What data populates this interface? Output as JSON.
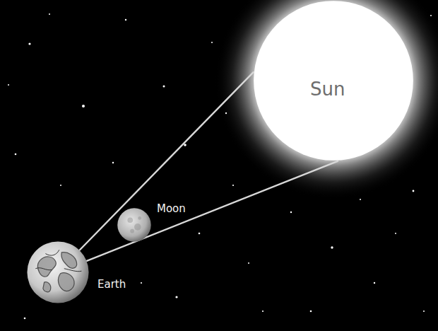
{
  "diagram": {
    "nodes": [
      {
        "text": [
          "Sun"
        ]
      },
      {
        "text": [
          "Moon"
        ]
      },
      {
        "text": [
          "Earth"
        ]
      }
    ],
    "edges": [
      {
        "from": 2,
        "to": 0,
        "arrow": "none"
      },
      {
        "from": 2,
        "to": 0,
        "arrow": "none"
      }
    ]
  }
}
